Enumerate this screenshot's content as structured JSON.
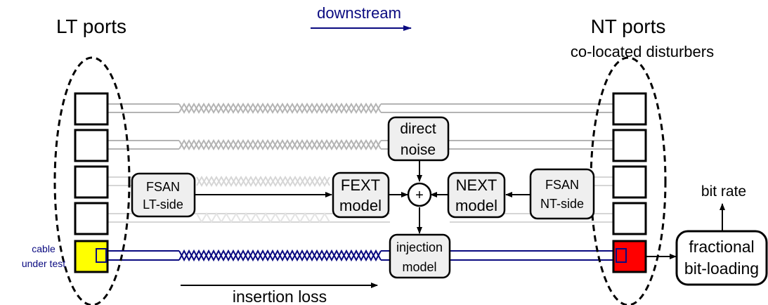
{
  "header": {
    "lt_ports": "LT ports",
    "nt_ports": "NT ports",
    "co_located": "co-located disturbers",
    "downstream": "downstream"
  },
  "blocks": {
    "direct_noise": [
      "direct",
      "noise"
    ],
    "fsan_lt": [
      "FSAN",
      "LT-side"
    ],
    "fext_model": [
      "FEXT",
      "model"
    ],
    "next_model": [
      "NEXT",
      "model"
    ],
    "fsan_nt": [
      "FSAN",
      "NT-side"
    ],
    "injection_model": [
      "injection",
      "model"
    ],
    "fractional_bitloading": [
      "fractional",
      "bit-loading"
    ],
    "sum": "+"
  },
  "labels": {
    "cable_under_test": [
      "cable",
      "under test"
    ],
    "bit_rate": "bit rate",
    "insertion_loss": "insertion loss"
  },
  "colors": {
    "accent_blue": "#0a0a80",
    "cable_gray": "#b4b4b4",
    "port_yellow": "#ffff00",
    "port_red": "#ff0000",
    "block_fill": "#efefef"
  }
}
